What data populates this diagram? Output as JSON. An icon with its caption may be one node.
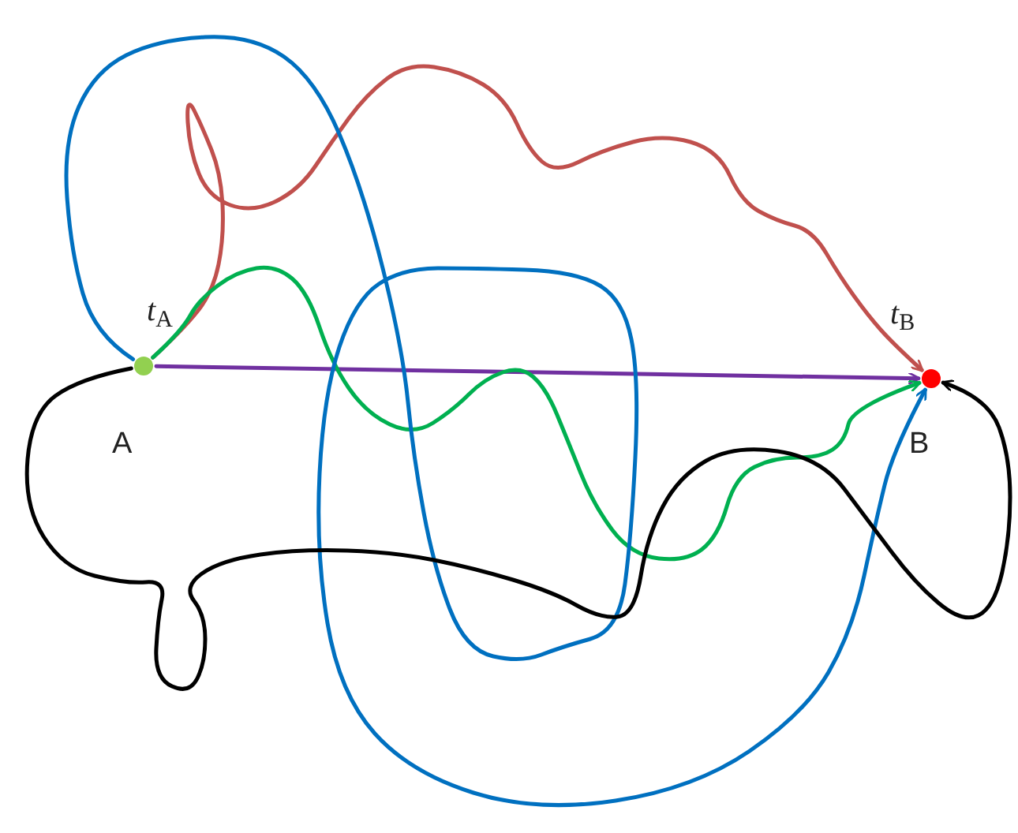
{
  "diagram": {
    "nodes": [
      {
        "text": [],
        "shape": "circle",
        "beside": [
          "*t*$_{A}$",
          "A"
        ]
      },
      {
        "text": [],
        "shape": "circle",
        "beside": [
          "*t*$_{B}$",
          "B"
        ]
      }
    ],
    "edges": [
      {
        "from": 0,
        "to": 1,
        "arrow": "to",
        "color": "#7030a0"
      },
      {
        "from": 0,
        "to": 1,
        "arrow": "to",
        "color": "#c0504d"
      },
      {
        "from": 0,
        "to": 1,
        "arrow": "to",
        "color": "#00b050"
      },
      {
        "from": 0,
        "to": 1,
        "arrow": "to",
        "color": "#0070c0"
      },
      {
        "from": 0,
        "to": 1,
        "arrow": "to",
        "color": "#000000"
      }
    ]
  }
}
